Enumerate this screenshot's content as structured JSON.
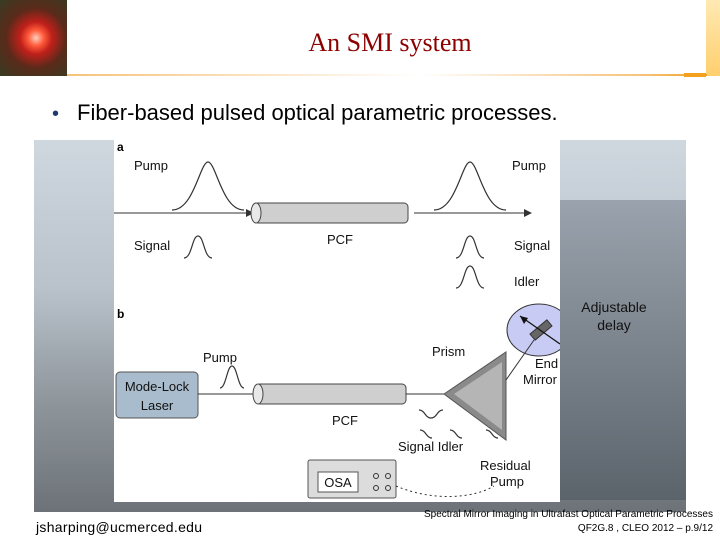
{
  "title": "An SMI system",
  "bullet": "Fiber-based pulsed optical parametric processes.",
  "diagram": {
    "panel_a": "a",
    "panel_b": "b",
    "a_pump_in": "Pump",
    "a_pump_out": "Pump",
    "a_signal_in": "Signal",
    "a_signal_out": "Signal",
    "a_idler_out": "Idler",
    "a_fiber": "PCF",
    "adjustable_delay_line1": "Adjustable",
    "adjustable_delay_line2": "delay",
    "b_pump": "Pump",
    "b_laser_line1": "Mode-Lock",
    "b_laser_line2": "Laser",
    "b_fiber": "PCF",
    "b_prism": "Prism",
    "b_mirror_line1": "End",
    "b_mirror_line2": "Mirror",
    "b_signal_idler": "Signal Idler",
    "b_residual_line1": "Residual",
    "b_residual_line2": "Pump",
    "b_osa": "OSA"
  },
  "footer": {
    "email": "jsharping@ucmerced.edu",
    "citation_line1": "Spectral Mirror Imaging in Ultrafast Optical Parametric Processes",
    "citation_line2": "QF2G.8 , CLEO 2012  – p.9/12"
  },
  "colors": {
    "title": "#8b0000",
    "bullet": "#1f3a70",
    "accent": "#f2a21f",
    "laser_box": "#a9bccd",
    "delay_ellipse": "#c8cbf4"
  }
}
